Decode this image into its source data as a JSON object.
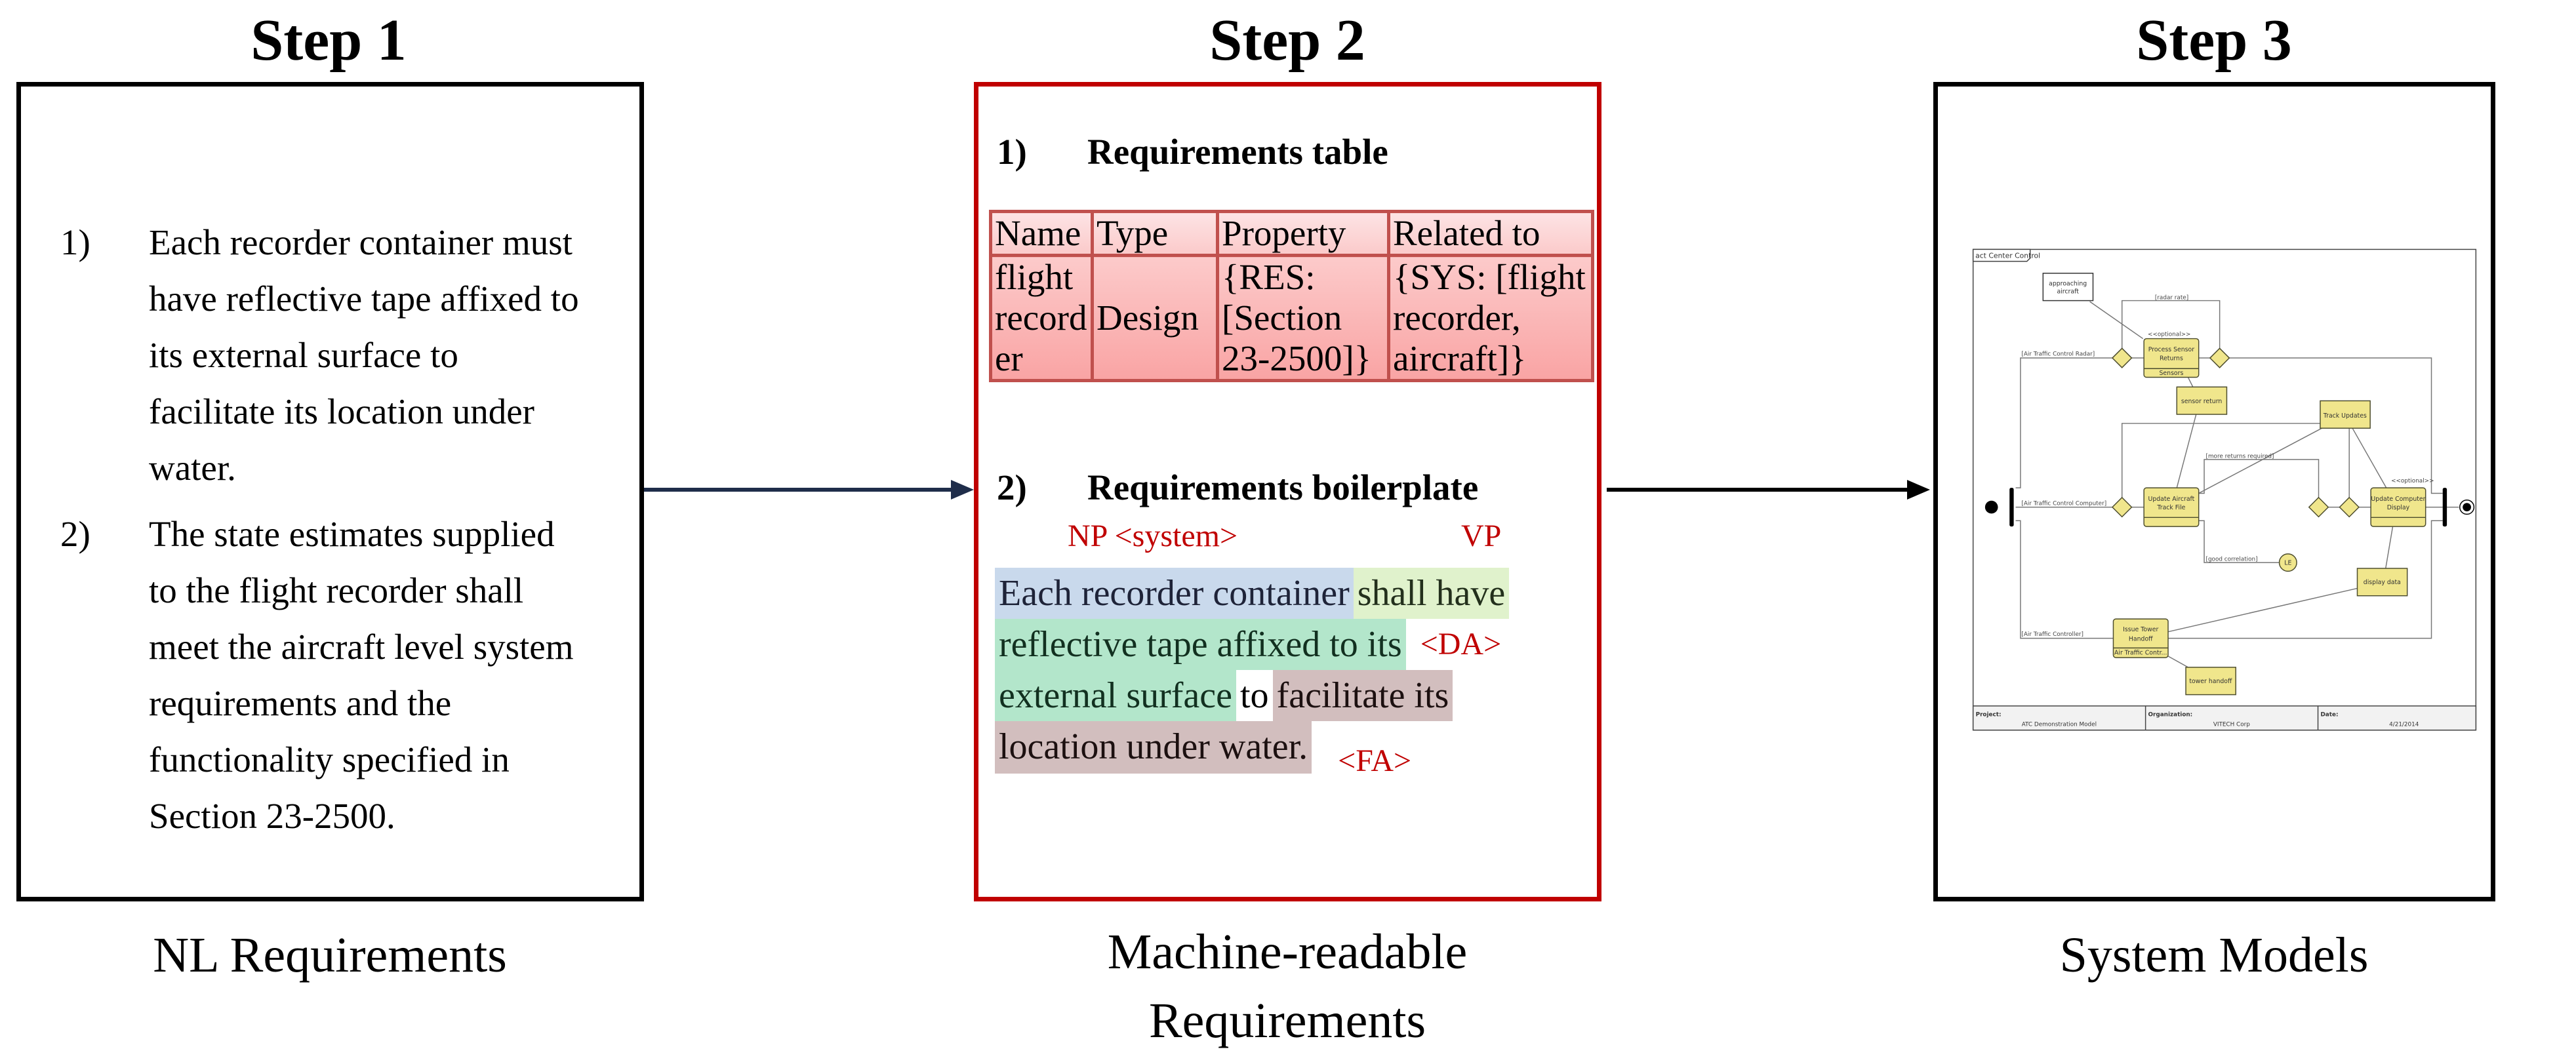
{
  "steps": [
    {
      "title": "Step 1",
      "caption": "NL Requirements"
    },
    {
      "title": "Step 2",
      "caption_lines": [
        "Machine-readable",
        "Requirements"
      ]
    },
    {
      "title": "Step 3",
      "caption": "System Models"
    }
  ],
  "nl_requirements": [
    {
      "num": "1)",
      "lines": [
        "Each recorder container must",
        "have reflective tape affixed to",
        "its external surface to",
        "facilitate its location under",
        "water."
      ]
    },
    {
      "num": "2)",
      "lines": [
        "The state estimates supplied",
        "to the flight recorder shall",
        "meet the aircraft level system",
        "requirements and the",
        "functionality specified in",
        "Section 23-2500."
      ]
    }
  ],
  "machine_readable": {
    "table_section": {
      "num": "1)",
      "title": "Requirements table"
    },
    "table": {
      "headers": [
        "Name",
        "Type",
        "Property",
        "Related to"
      ],
      "rows": [
        [
          "flight recorder",
          "Design",
          "{RES: [Section 23-2500]}",
          "{SYS: [flight recorder, aircraft]}"
        ]
      ]
    },
    "boilerplate_section": {
      "num": "2)",
      "title": "Requirements boilerplate"
    },
    "tags": {
      "np": "NP <system>",
      "vp": "VP",
      "da": "<DA>",
      "fa": "<FA>"
    },
    "segments": {
      "np": "Each recorder container",
      "vp": "shall have",
      "da_1": "reflective tape affixed to its",
      "da_2": "external surface",
      "connector": "to",
      "fa_1": "facilitate its",
      "fa_2": "location under water."
    },
    "colors": {
      "np": "#c9d9ec",
      "vp": "#e0f2cc",
      "da": "#b3e6cb",
      "fa": "#d2bebe",
      "tag": "#c00000",
      "border": "#c00000",
      "table_border": "#c0504d"
    }
  },
  "system_model": {
    "frame_title": "act Center Control",
    "nodes": {
      "approaching_1": "approaching",
      "approaching_2": "aircraft",
      "process_1": "Process Sensor",
      "process_2": "Returns",
      "process_lane": "Sensors",
      "sensor_return": "sensor return",
      "track_updates": "Track Updates",
      "update_track_1": "Update Aircraft",
      "update_track_2": "Track File",
      "update_display_1": "Update Computer",
      "update_display_2": "Display",
      "display_data": "display data",
      "tower_1": "Issue Tower",
      "tower_2": "Handoff",
      "tower_lane": "Air Traffic Contr...",
      "tower_handoff": "tower handoff",
      "le": "LE"
    },
    "guards": {
      "radar_rate": "[radar rate]",
      "optional_1": "<<optional>>",
      "optional_2": "<<optional>>",
      "atc_radar": "[Air Traffic Control Radar]",
      "atc_computer": "[Air Traffic Control Computer]",
      "atc_controller": "[Air Traffic Controller]",
      "more_returns": "[more returns required]",
      "good_correlation": "[good correlation]"
    },
    "footer": {
      "project_label": "Project:",
      "project": "ATC Demonstration Model",
      "org_label": "Organization:",
      "org": "VITECH Corp",
      "date_label": "Date:",
      "date": "4/21/2014"
    },
    "colors": {
      "action_fill": "#f0e68c",
      "action_stroke": "#4d4d2e",
      "flow": "#777777"
    }
  },
  "arrows": {
    "step1_to_step2_color": "#1f2d4a",
    "step2_to_step3_color": "#000000"
  }
}
